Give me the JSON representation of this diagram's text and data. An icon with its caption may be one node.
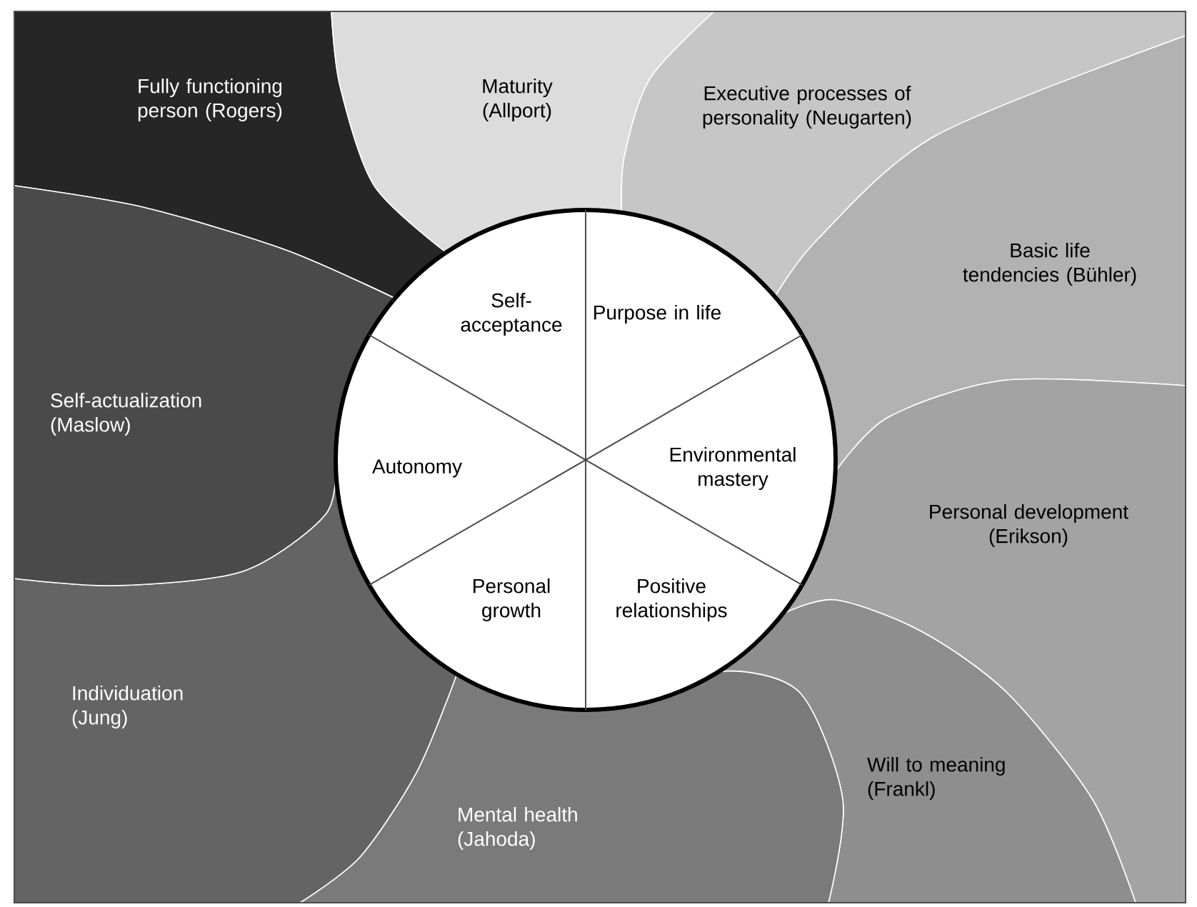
{
  "diagram": {
    "nodes": [
      {
        "text": [
          "Fully functioning person (Rogers)"
        ]
      },
      {
        "text": [
          "Maturity (Allport)"
        ]
      },
      {
        "text": [
          "Executive processes of personality (Neugarten)"
        ]
      },
      {
        "text": [
          "Basic life tendencies (Bühler)"
        ]
      },
      {
        "text": [
          "Personal development (Erikson)"
        ]
      },
      {
        "text": [
          "Will to meaning (Frankl)"
        ]
      },
      {
        "text": [
          "Mental health (Jahoda)"
        ]
      },
      {
        "text": [
          "Individuation (Jung)"
        ]
      },
      {
        "text": [
          "Self-actualization (Maslow)"
        ]
      },
      {
        "text": [
          "Self-acceptance"
        ]
      },
      {
        "text": [
          "Purpose in life"
        ]
      },
      {
        "text": [
          "Autonomy"
        ]
      },
      {
        "text": [
          "Environmental mastery"
        ]
      },
      {
        "text": [
          "Personal growth"
        ]
      },
      {
        "text": [
          "Positive relationships"
        ]
      }
    ]
  }
}
